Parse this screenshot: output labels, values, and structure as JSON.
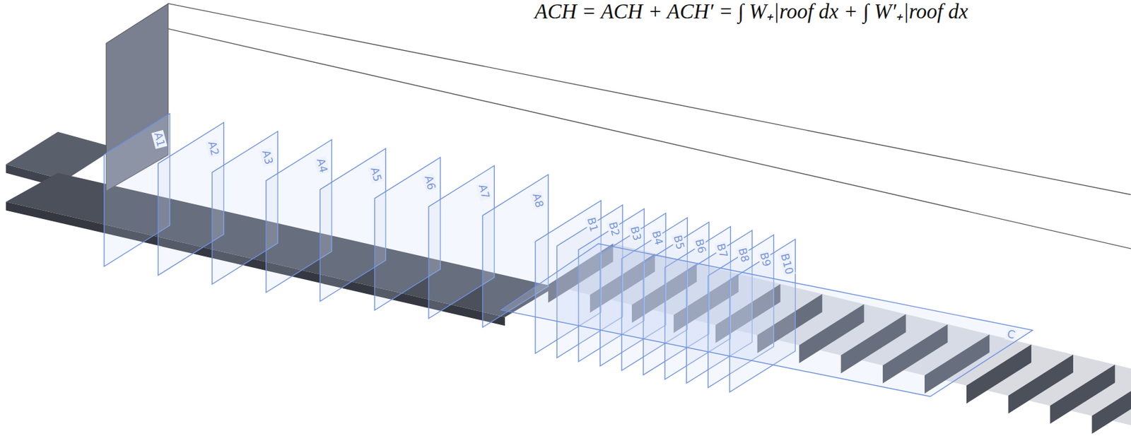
{
  "diagram": {
    "nodes": [
      {
        "text": [
          "A1"
        ]
      },
      {
        "text": [
          "A2"
        ]
      },
      {
        "text": [
          "A3"
        ]
      },
      {
        "text": [
          "A4"
        ]
      },
      {
        "text": [
          "A5"
        ]
      },
      {
        "text": [
          "A6"
        ]
      },
      {
        "text": [
          "A7"
        ]
      },
      {
        "text": [
          "A8"
        ]
      },
      {
        "text": [
          "B1"
        ]
      },
      {
        "text": [
          "B2"
        ]
      },
      {
        "text": [
          "B3"
        ]
      },
      {
        "text": [
          "B4"
        ]
      },
      {
        "text": [
          "B5"
        ]
      },
      {
        "text": [
          "B6"
        ]
      },
      {
        "text": [
          "B7"
        ]
      },
      {
        "text": [
          "B8"
        ]
      },
      {
        "text": [
          "B9"
        ]
      },
      {
        "text": [
          "B10"
        ]
      },
      {
        "text": [
          "C"
        ]
      }
    ],
    "labels": [
      "ACH = ACH + ACH′ = ∫ W₊|roof dx + ∫ W′₊|roof dx"
    ]
  }
}
